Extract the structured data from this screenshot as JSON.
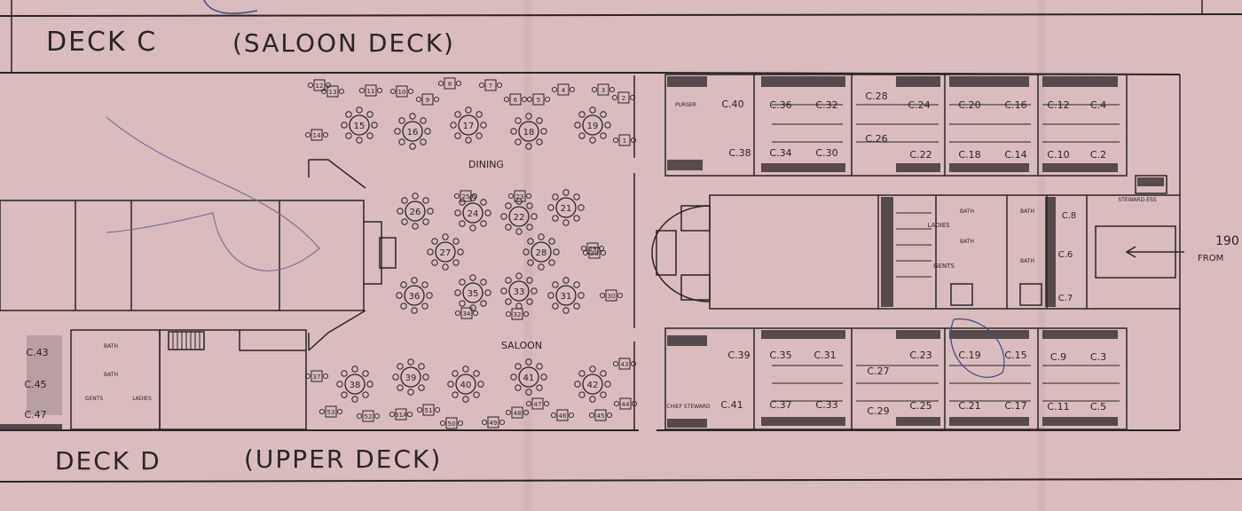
{
  "headers": {
    "deck_c_label": "DECK C",
    "deck_c_name": "(SALOON DECK)",
    "deck_d_label": "DECK D",
    "deck_d_name": "(UPPER DECK)"
  },
  "rooms": {
    "dining": "DINING",
    "saloon": "SALOON",
    "ladies": "LADIES",
    "gents": "GENTS",
    "bath": "BATH",
    "stewardess": "STEWARD-ESS",
    "purser": "PURSER",
    "chief_steward": "CHIEF STEWARD",
    "arrow_note": "190",
    "arrow_note_2": "FROM"
  },
  "cabins": {
    "upper": [
      "C.40",
      "C.38",
      "C.36",
      "C.32",
      "C.34",
      "C.30",
      "C.28",
      "C.26",
      "C.24",
      "C.22",
      "C.20",
      "C.16",
      "C.18",
      "C.14",
      "C.12",
      "C.4",
      "C.10",
      "C.2"
    ],
    "middle": [
      "C.8",
      "C.6",
      "C.7"
    ],
    "lower": [
      "C.39",
      "C.41",
      "C.35",
      "C.31",
      "C.37",
      "C.33",
      "C.27",
      "C.23",
      "C.29",
      "C.25",
      "C.19",
      "C.15",
      "C.21",
      "C.17",
      "C.9",
      "C.3",
      "C.11",
      "C.5"
    ],
    "left": [
      "C.43",
      "C.45",
      "C.47"
    ]
  },
  "tables": {
    "large": [
      "15",
      "16",
      "17",
      "18",
      "19",
      "26",
      "24",
      "22",
      "21",
      "27",
      "28",
      "36",
      "35",
      "33",
      "31",
      "38",
      "39",
      "40",
      "41",
      "42"
    ],
    "small": [
      "1",
      "2",
      "3",
      "4",
      "5",
      "6",
      "7",
      "8",
      "9",
      "10",
      "11",
      "12",
      "13",
      "14",
      "23",
      "25",
      "20",
      "29",
      "30",
      "32",
      "34",
      "37",
      "43",
      "44",
      "45",
      "46",
      "47",
      "48",
      "49",
      "50",
      "51",
      "51A",
      "52",
      "53"
    ]
  }
}
